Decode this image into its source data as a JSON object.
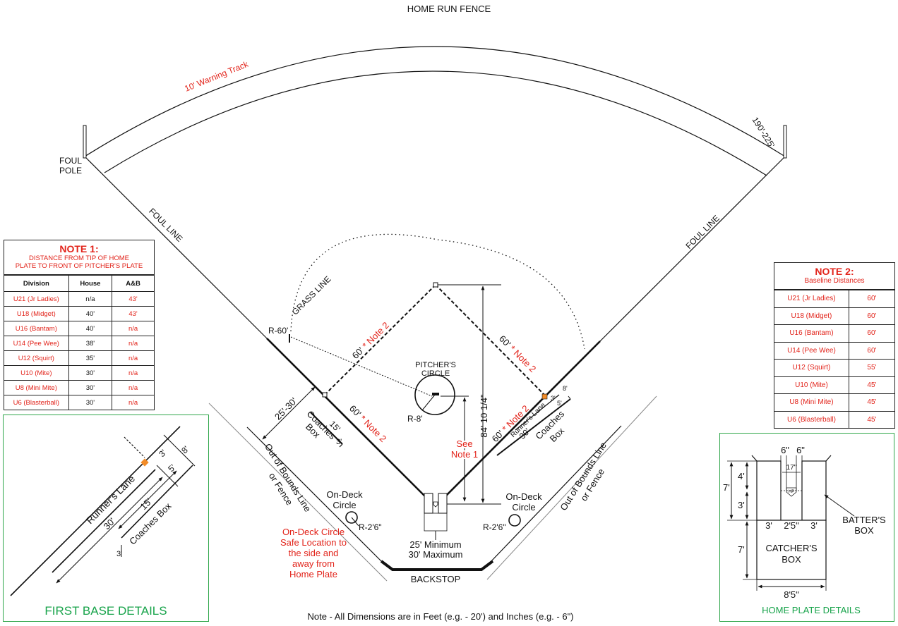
{
  "field": {
    "home_run_fence": "HOME RUN FENCE",
    "warning_track": "10' Warning Track",
    "fence_distance": "190'-225'",
    "foul_pole_line1": "FOUL",
    "foul_pole_line2": "POLE",
    "foul_line": "FOUL LINE",
    "grass_line": "GRASS LINE",
    "grass_radius": "R-60'",
    "baseline_left_top": "60'",
    "baseline_right_top": "60'",
    "baseline_left_bottom": "60'",
    "baseline_right_bottom": "60'",
    "note2_ref": "* Note 2",
    "pitchers_circle_line1": "PITCHER'S",
    "pitchers_circle_line2": "CIRCLE",
    "pitchers_radius": "R-8'",
    "pitch_distance": "84' 10 1/4\"",
    "see_note_line1": "See",
    "see_note_line2": "Note 1",
    "coaches_distance": "25'-30'",
    "coaches_len": "15'",
    "coaches_width": "3'",
    "coaches_line1": "Coaches",
    "coaches_line2": "Box",
    "runners_lane": "Runner's Lane",
    "runners_30": "30'",
    "runners_3": "3'",
    "runners_8": "8'",
    "runners_5": "5'",
    "oob_line1": "Out of Bounds Line",
    "oob_line2": "or Fence",
    "on_deck_line1": "On-Deck",
    "on_deck_line2": "Circle",
    "on_deck_radius": "R-2'6\"",
    "safe_location": [
      "On-Deck Circle",
      "Safe Location to",
      "the side and",
      "away from",
      "Home Plate"
    ],
    "backstop_min": "25' Minimum",
    "backstop_max": "30' Maximum",
    "backstop": "BACKSTOP",
    "footnote": "Note - All Dimensions are in Feet (e.g. - 20') and Inches (e.g. - 6\")"
  },
  "note1": {
    "title": "NOTE 1:",
    "subtitle_line1": "DISTANCE FROM TIP OF HOME",
    "subtitle_line2": "PLATE TO FRONT OF PITCHER'S PLATE",
    "headers": [
      "Division",
      "House",
      "A&B"
    ],
    "rows": [
      [
        "U21 (Jr Ladies)",
        "n/a",
        "43'"
      ],
      [
        "U18 (Midget)",
        "40'",
        "43'"
      ],
      [
        "U16 (Bantam)",
        "40'",
        "n/a"
      ],
      [
        "U14 (Pee Wee)",
        "38'",
        "n/a"
      ],
      [
        "U12 (Squirt)",
        "35'",
        "n/a"
      ],
      [
        "U10 (Mite)",
        "30'",
        "n/a"
      ],
      [
        "U8 (Mini Mite)",
        "30'",
        "n/a"
      ],
      [
        "U6 (Blasterball)",
        "30'",
        "n/a"
      ]
    ]
  },
  "note2": {
    "title": "NOTE 2:",
    "subtitle": "Baseline Distances",
    "rows": [
      [
        "U21 (Jr Ladies)",
        "60'"
      ],
      [
        "U18 (Midget)",
        "60'"
      ],
      [
        "U16 (Bantam)",
        "60'"
      ],
      [
        "U14 (Pee Wee)",
        "60'"
      ],
      [
        "U12 (Squirt)",
        "55'"
      ],
      [
        "U10 (Mite)",
        "45'"
      ],
      [
        "U8 (Mini Mite)",
        "45'"
      ],
      [
        "U6 (Blasterball)",
        "45'"
      ]
    ]
  },
  "first_base": {
    "title": "FIRST BASE DETAILS",
    "d3a": "3'",
    "d8": "8'",
    "d5": "5'",
    "d15": "15'",
    "d30": "30'",
    "d3b": "3'",
    "runners_lane": "Runner's Lane",
    "coaches_box": "Coaches Box"
  },
  "home_plate": {
    "title": "HOME PLATE DETAILS",
    "w6a": "6\"",
    "w6b": "6\"",
    "w17": "17\"",
    "h7a": "7'",
    "h4": "4'",
    "h3": "3'",
    "hp": "HP",
    "w3a": "3'",
    "w25": "2'5\"",
    "w3b": "3'",
    "h7b": "7'",
    "batters_line1": "BATTER'S",
    "batters_line2": "BOX",
    "catchers_line1": "CATCHER'S",
    "catchers_line2": "BOX",
    "w85": "8'5\""
  }
}
